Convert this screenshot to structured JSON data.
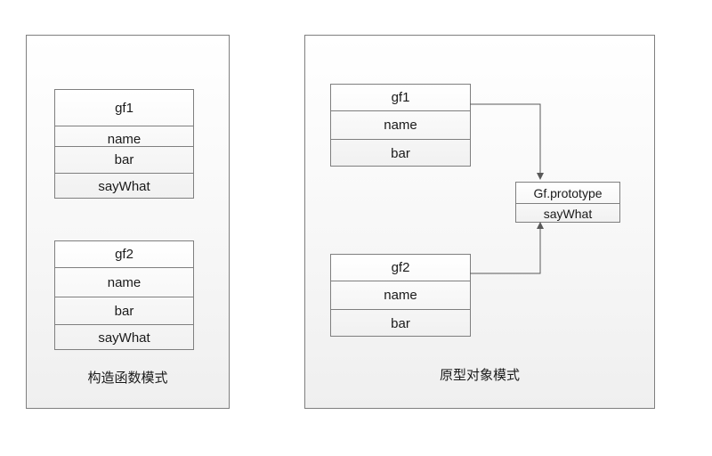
{
  "constructor_pattern": {
    "caption": "构造函数模式",
    "objects": [
      {
        "title": "gf1",
        "fields": [
          "name",
          "bar",
          "sayWhat"
        ]
      },
      {
        "title": "gf2",
        "fields": [
          "name",
          "bar",
          "sayWhat"
        ]
      }
    ]
  },
  "prototype_pattern": {
    "caption": "原型对象模式",
    "objects": [
      {
        "title": "gf1",
        "fields": [
          "name",
          "bar"
        ]
      },
      {
        "title": "gf2",
        "fields": [
          "name",
          "bar"
        ]
      }
    ],
    "prototype": {
      "title": "Gf.prototype",
      "fields": [
        "sayWhat"
      ]
    }
  },
  "colors": {
    "border": "#7f7f7f",
    "connector": "#595959"
  }
}
